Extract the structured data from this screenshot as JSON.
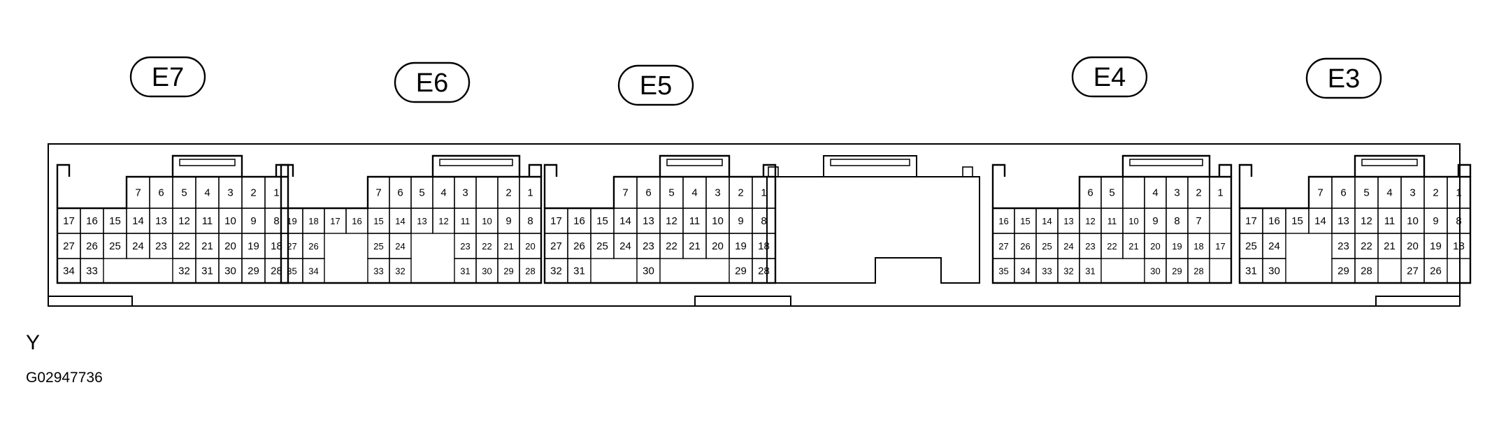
{
  "diagram": {
    "connectors": [
      {
        "id": "E7",
        "label": "E7",
        "rows": [
          [
            "7",
            "6",
            "5",
            "4",
            "3",
            "2",
            "1"
          ],
          [
            "17",
            "16",
            "15",
            "14",
            "13",
            "12",
            "11",
            "10",
            "9",
            "8"
          ],
          [
            "27",
            "26",
            "25",
            "24",
            "23",
            "22",
            "21",
            "20",
            "19",
            "18"
          ],
          [
            "34",
            "33",
            "",
            "",
            "",
            "32",
            "31",
            "30",
            "29",
            "28"
          ]
        ]
      },
      {
        "id": "E6",
        "label": "E6",
        "rows": [
          [
            "7",
            "6",
            "5",
            "4",
            "3",
            "",
            "2",
            "1"
          ],
          [
            "19",
            "18",
            "17",
            "16",
            "15",
            "14",
            "13",
            "12",
            "11",
            "10",
            "9",
            "8"
          ],
          [
            "27",
            "26",
            "",
            "",
            "25",
            "24",
            "",
            "",
            "23",
            "22",
            "21",
            "20"
          ],
          [
            "35",
            "34",
            "",
            "",
            "33",
            "32",
            "",
            "",
            "31",
            "30",
            "29",
            "28"
          ]
        ]
      },
      {
        "id": "E5",
        "label": "E5",
        "rows": [
          [
            "7",
            "6",
            "5",
            "4",
            "3",
            "2",
            "1"
          ],
          [
            "17",
            "16",
            "15",
            "14",
            "13",
            "12",
            "11",
            "10",
            "9",
            "8"
          ],
          [
            "27",
            "26",
            "25",
            "24",
            "23",
            "22",
            "21",
            "20",
            "19",
            "18"
          ],
          [
            "32",
            "31",
            "",
            "",
            "30",
            "",
            "",
            "",
            "29",
            "28"
          ]
        ]
      },
      {
        "id": "E4",
        "label": "E4",
        "rows": [
          [
            "6",
            "5",
            "",
            "4",
            "3",
            "2",
            "1"
          ],
          [
            "16",
            "15",
            "14",
            "13",
            "12",
            "11",
            "10",
            "9",
            "8",
            "7"
          ],
          [
            "27",
            "26",
            "25",
            "24",
            "23",
            "22",
            "21",
            "20",
            "19",
            "18",
            "17"
          ],
          [
            "35",
            "34",
            "33",
            "32",
            "31",
            "",
            "",
            "30",
            "29",
            "28"
          ]
        ]
      },
      {
        "id": "E3",
        "label": "E3",
        "rows": [
          [
            "7",
            "6",
            "5",
            "4",
            "3",
            "2",
            "1"
          ],
          [
            "17",
            "16",
            "15",
            "14",
            "13",
            "12",
            "11",
            "10",
            "9",
            "8"
          ],
          [
            "25",
            "24",
            "",
            "",
            "23",
            "22",
            "21",
            "20",
            "19",
            "18"
          ],
          [
            "31",
            "30",
            "",
            "",
            "29",
            "28",
            "",
            "27",
            "26"
          ]
        ]
      }
    ],
    "view_letter": "Y",
    "figure_code": "G02947736"
  }
}
